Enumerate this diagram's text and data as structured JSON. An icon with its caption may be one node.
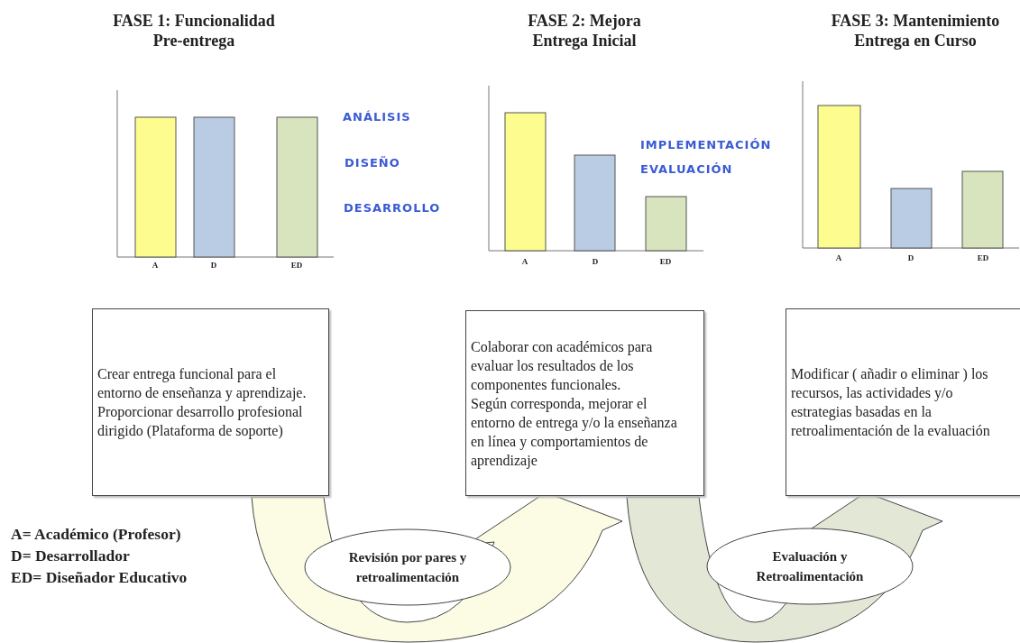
{
  "diagram": {
    "nodes": [
      {
        "text": [
          "Crear entrega funcional para el entorno de enseñanza y aprendizaje.",
          "Proporcionar desarrollo profesional dirigido (Plataforma de soporte)"
        ]
      },
      {
        "text": [
          "Colaborar con académicos para evaluar los resultados de los componentes funcionales.",
          "Según corresponda, mejorar el entorno de entrega y/o la enseñanza en línea y comportamientos de aprendizaje"
        ]
      },
      {
        "text": [
          "Modificar ( añadir o eliminar ) los recursos, las actividades y/o estrategias basadas en la retroalimentación de la evaluación"
        ]
      },
      {
        "text": [
          "Revisión por pares y retroalimentación"
        ]
      },
      {
        "text": [
          "Evaluación y Retroalimentación"
        ]
      }
    ],
    "edges": [
      {
        "from": 0,
        "to": 1,
        "arrow": "to",
        "color": "#fcfbe3"
      },
      {
        "from": 1,
        "to": 2,
        "arrow": "to",
        "color": "#e3e8d6"
      }
    ],
    "labels": [
      "FASE 1: Funcionalidad Pre-entrega",
      "FASE 2: Mejora Entrega Inicial",
      "FASE 3: Mantenimiento Entrega en Curso",
      "A",
      "D",
      "ED",
      "ANÁLISIS",
      "DISEÑO",
      "DESARROLLO",
      "A",
      "D",
      "ED",
      "IMPLEMENTACIÓN",
      "EVALUACIÓN",
      "A",
      "D",
      "ED",
      "A= Académico (Profesor)",
      "D= Desarrollador",
      "ED= Diseñador Educativo"
    ]
  }
}
